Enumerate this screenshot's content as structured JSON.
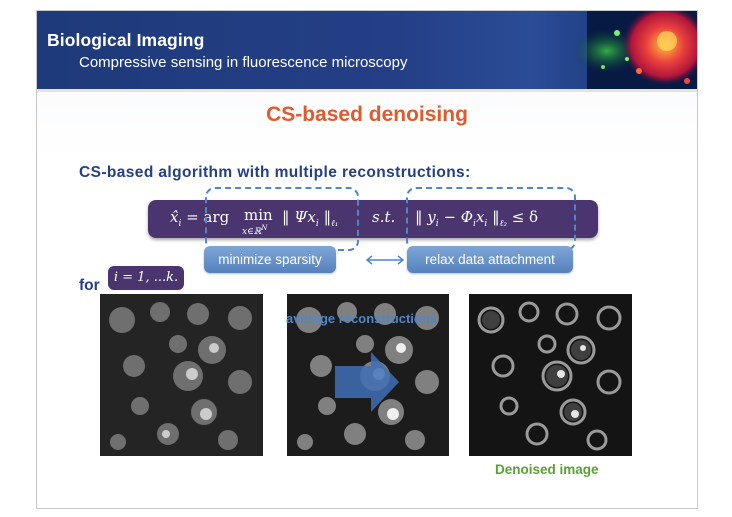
{
  "header": {
    "title": "Biological Imaging",
    "subtitle": "Compressive sensing in fluorescence microscopy"
  },
  "slide_title": "CS-based denoising",
  "heading": "CS-based algorithm with multiple reconstructions:",
  "formula": {
    "xhat": "x̂",
    "sub_i": "i",
    "eq": "= arg",
    "min": "min",
    "min_sub": "x∈ℝ",
    "min_sup": "N",
    "lhs_norm_open": "‖ Ψx",
    "norm_close": "‖",
    "l1": "ℓ₁",
    "st": "s.t.",
    "rhs_norm_open": "‖ y",
    "minus_phi": " − Φ",
    "x": "x",
    "l2": "ℓ₂",
    "leq": "≤ δ"
  },
  "pills": {
    "left": "minimize sparsity",
    "right": "relax data attachment"
  },
  "for_label": "for",
  "for_range": "i = 1, ...k.",
  "captions": {
    "average": "average reconstructions",
    "denoised": "Denoised image"
  },
  "colors": {
    "header": "#243f86",
    "title_orange": "#e2592b",
    "formula_bar": "#4a356f",
    "accent_blue": "#4f86c9",
    "green": "#5aa036"
  }
}
